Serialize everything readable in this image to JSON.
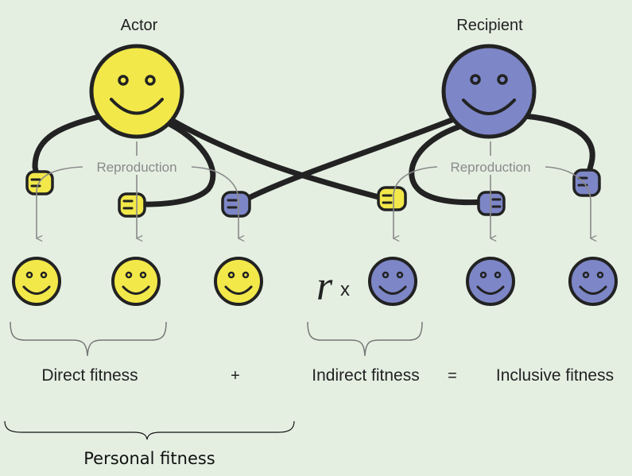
{
  "labels": {
    "actor": "Actor",
    "recipient": "Recipient",
    "reproduction_left": "Reproduction",
    "reproduction_right": "Reproduction",
    "r_symbol": "r",
    "times": "x",
    "direct_fitness": "Direct fitness",
    "plus": "+",
    "indirect_fitness": "Indirect fitness",
    "equals": "=",
    "inclusive_fitness": "Inclusive fitness",
    "personal_fitness": "Personal fitness"
  },
  "colors": {
    "background": "#e4efe2",
    "actor_fill": "#f2e84a",
    "recipient_fill": "#7d86c6",
    "outline": "#222222",
    "arrow": "#8a8a8a",
    "bracket": "#777777"
  }
}
